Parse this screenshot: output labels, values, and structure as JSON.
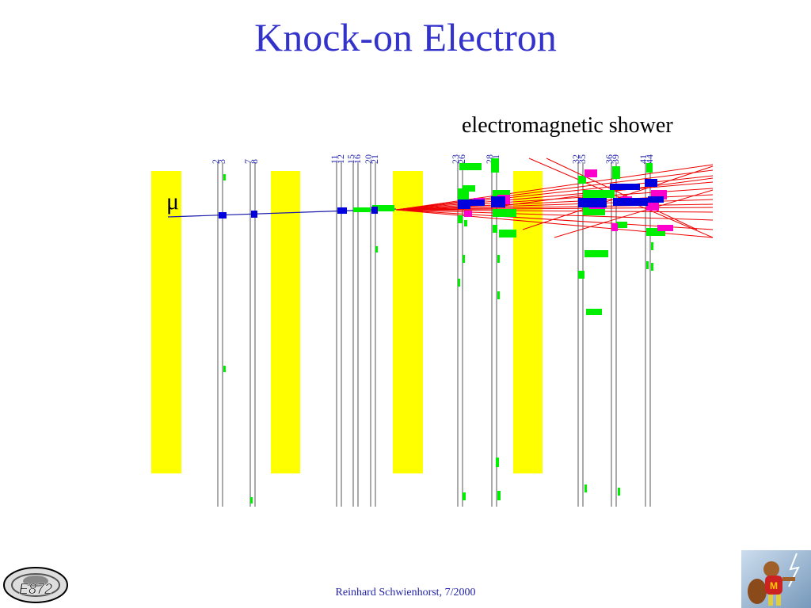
{
  "title": "Knock-on Electron",
  "shower_label": "electromagnetic shower",
  "muon_label": "μ",
  "plane_numbers": [
    "2",
    "3",
    "7",
    "8",
    "11",
    "12",
    "15",
    "16",
    "20",
    "21",
    "23",
    "26",
    "28",
    "31",
    "32",
    "35",
    "36",
    "39",
    "41",
    "44"
  ],
  "footer": "Reinhard Schwienhorst, 7/2000",
  "logo_left_text": "E872",
  "colors": {
    "title": "#3333cc",
    "steel": "#ffff00",
    "hit_green": "#00ee00",
    "hit_blue": "#0000dd",
    "hit_magenta": "#ff00cc",
    "track_red": "#ee0000",
    "muon_track": "#1a1aaa"
  }
}
